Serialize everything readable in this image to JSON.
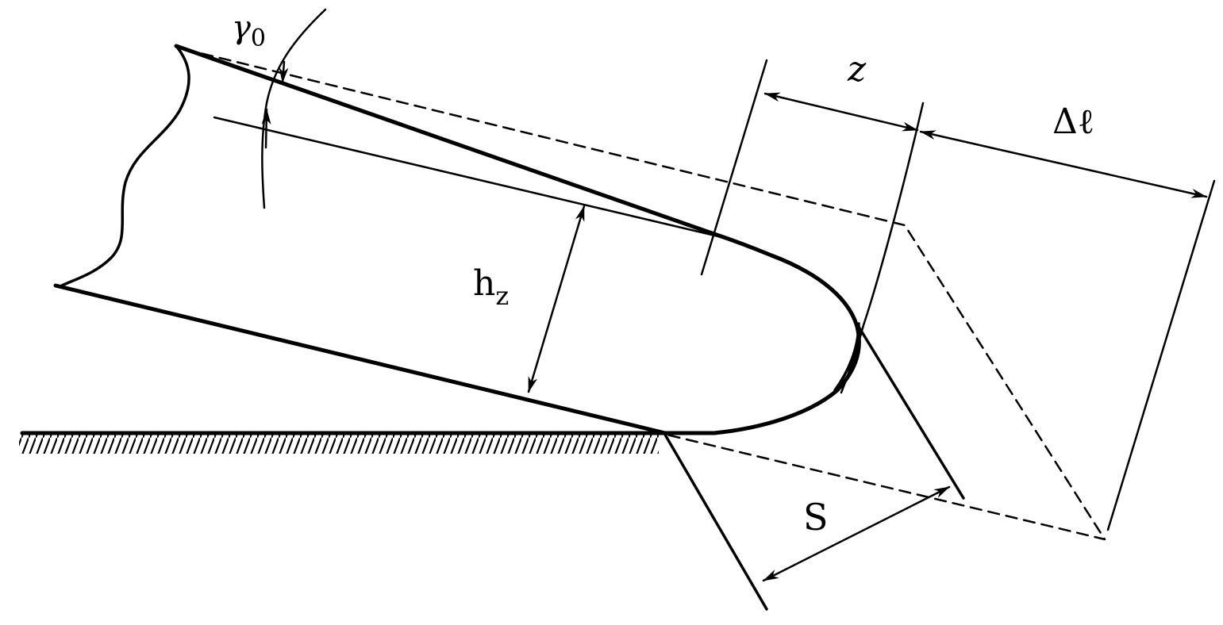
{
  "labels": {
    "gamma": "γ",
    "gamma_sub": "0",
    "z": "z",
    "delta_l": "Δℓ",
    "h": "h",
    "h_sub": "z",
    "s": "S"
  }
}
